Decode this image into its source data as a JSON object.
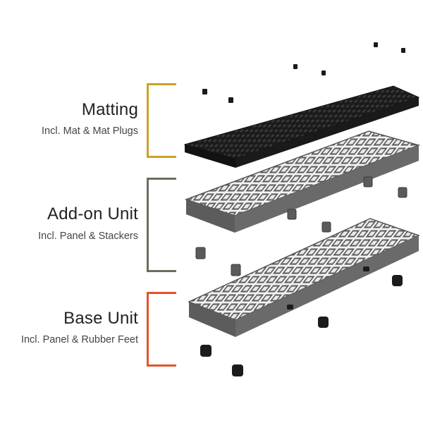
{
  "sections": [
    {
      "title": "Matting",
      "subtitle": "Incl. Mat & Mat Plugs",
      "color": "#C9A227"
    },
    {
      "title": "Add-on Unit",
      "subtitle": "Incl. Panel & Stackers",
      "color": "#6E6D5C"
    },
    {
      "title": "Base Unit",
      "subtitle": "Incl. Panel & Rubber Feet",
      "color": "#E5532A"
    }
  ]
}
